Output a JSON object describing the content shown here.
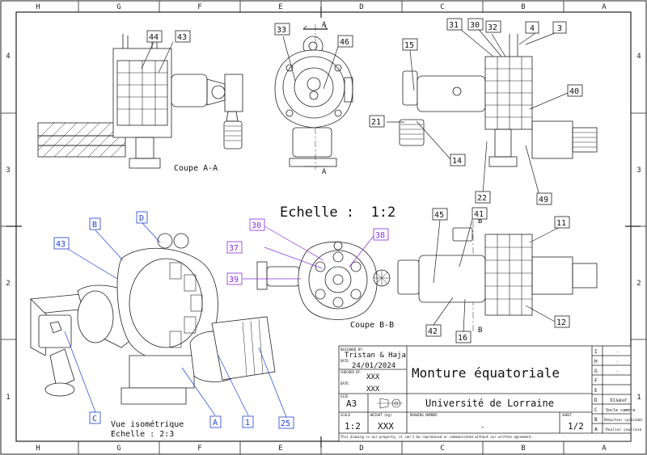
{
  "border": {
    "cols_top": [
      "H",
      "G",
      "F",
      "E",
      "D",
      "C",
      "B",
      "A"
    ],
    "cols_bottom": [
      "H",
      "G",
      "F",
      "E",
      "D",
      "C",
      "B",
      "A"
    ],
    "rows_left": [
      "4",
      "3",
      "2",
      "1"
    ],
    "rows_right": [
      "4",
      "3",
      "2",
      "1"
    ]
  },
  "scale_title": "Echelle :  1:2",
  "view_labels": {
    "section_aa": "Coupe A-A",
    "section_bb": "Coupe B-B",
    "iso_1": "Vue isométrique",
    "iso_2": "Echelle :  2:3",
    "cut_a": "A",
    "cut_b": "B"
  },
  "balloons": {
    "b44": "44",
    "b43": "43",
    "b33": "33",
    "b46": "46",
    "b15": "15",
    "b31": "31",
    "b30": "30",
    "b32": "32",
    "b4": "4",
    "b3": "3",
    "b40": "40",
    "b21": "21",
    "b14": "14",
    "b22": "22",
    "b49": "49",
    "b45": "45",
    "b41": "41",
    "b11": "11",
    "b42": "42",
    "b16": "16",
    "b12": "12",
    "p30": "30",
    "p37": "37",
    "p38": "38",
    "p39": "39",
    "iB": "B",
    "iD": "D",
    "i43": "43",
    "iC": "C",
    "iA": "A",
    "i1": "1",
    "i25": "25"
  },
  "title_block": {
    "designed_by_caption": "DESIGNED BY:",
    "designed_by": "Tristan & Haja",
    "date_caption": "DATE:",
    "date": "24/01/2024",
    "checked_by_caption": "CHECKED BY:",
    "checked_by": "XXX",
    "date2_caption": "DATE:",
    "date2": "XXX",
    "size_caption": "SIZE",
    "size": "A3",
    "scale_caption": "SCALE",
    "scale": "1:2",
    "weight_caption": "WEIGHT (kg)",
    "weight": "XXX",
    "drawing_number_caption": "DRAWING NUMBER",
    "drawing_number": "-",
    "sheet_caption": "SHEET",
    "sheet": "1/2",
    "title": "Monture équatoriale",
    "organisation": "Université de Lorraine",
    "notice": "This drawing is our property; it can't be reproduced or communicated without our written agreement."
  },
  "revisions": [
    {
      "letter": "I",
      "text": "-"
    },
    {
      "letter": "H",
      "text": "-"
    },
    {
      "letter": "G",
      "text": "-"
    },
    {
      "letter": "F",
      "text": ""
    },
    {
      "letter": "E",
      "text": ""
    },
    {
      "letter": "D",
      "text": "Viseur"
    },
    {
      "letter": "C",
      "text": "Socle caméra"
    },
    {
      "letter": "B",
      "text": "Réducteur cycloïdal"
    },
    {
      "letter": "A",
      "text": "Poulie/ courroie"
    }
  ]
}
